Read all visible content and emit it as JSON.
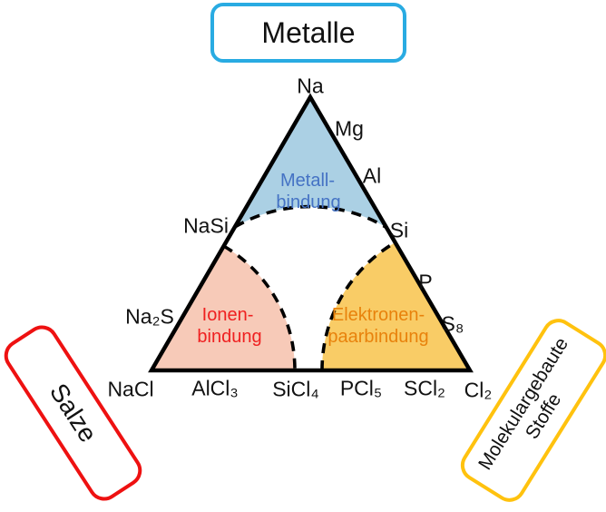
{
  "title_box": {
    "label": "Metalle",
    "border_color": "#29ABE2"
  },
  "salze_box": {
    "label": "Salze",
    "border_color": "#EE1111"
  },
  "molekular_box": {
    "line1": "Molekulargebaute",
    "line2": "Stoffe",
    "border_color": "#FFC20E"
  },
  "triangle": {
    "outline_color": "#000000",
    "dash_color": "#000000",
    "labels": {
      "na": "Na",
      "mg": "Mg",
      "al": "Al",
      "si": "Si",
      "p": "P",
      "s8": "S₈",
      "cl2": "Cl₂",
      "nasi": "NaSi",
      "na2s": "Na₂S",
      "nacl": "NaCl",
      "alcl3": "AlCl₃",
      "sicl4": "SiCl₄",
      "pcl5": "PCl₅",
      "scl2": "SCl₂"
    },
    "regions": {
      "metall": {
        "line1": "Metall-",
        "line2": "bindung",
        "fill": "#ABD0E4",
        "text_color": "#4472C4"
      },
      "ionen": {
        "line1": "Ionen-",
        "line2": "bindung",
        "fill": "#F7CAB8",
        "text_color": "#EF2020"
      },
      "elektronen": {
        "line1": "Elektronen-",
        "line2": "paarbindung",
        "fill": "#F9CC66",
        "text_color": "#E8820C"
      }
    }
  }
}
